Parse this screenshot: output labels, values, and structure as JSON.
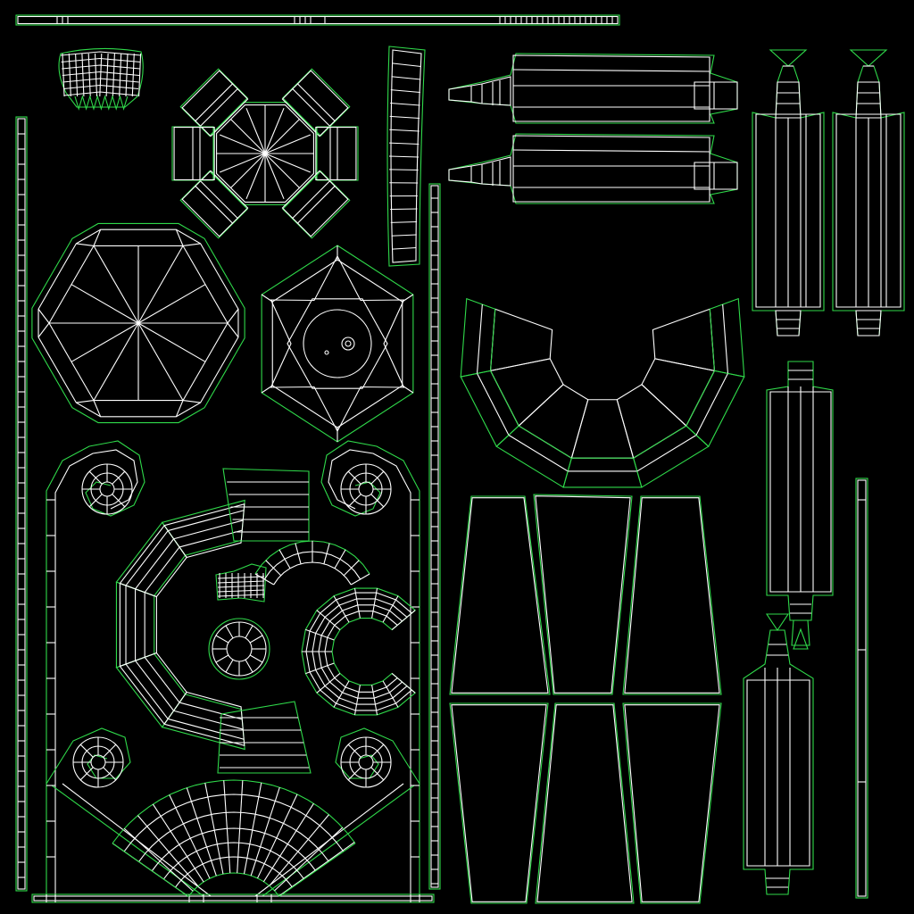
{
  "canvas": {
    "background": "#000000",
    "wire_color": "#ffffff",
    "seam_color": "#2fd94a"
  },
  "islands": [
    {
      "id": "top-strip"
    },
    {
      "id": "left-strip"
    },
    {
      "id": "basket-small"
    },
    {
      "id": "radial-flower"
    },
    {
      "id": "curved-strip"
    },
    {
      "id": "hexagon-large"
    },
    {
      "id": "hexagon-star"
    },
    {
      "id": "mid-strip"
    },
    {
      "id": "beam-top-1"
    },
    {
      "id": "beam-top-2"
    },
    {
      "id": "column-1"
    },
    {
      "id": "column-2"
    },
    {
      "id": "horseshoe-ring"
    },
    {
      "id": "column-3"
    },
    {
      "id": "column-4"
    },
    {
      "id": "right-strip"
    },
    {
      "id": "scroll-frame"
    },
    {
      "id": "arc-segments"
    },
    {
      "id": "small-parts"
    },
    {
      "id": "fan-bottom"
    },
    {
      "id": "trapezoid-panels"
    }
  ]
}
